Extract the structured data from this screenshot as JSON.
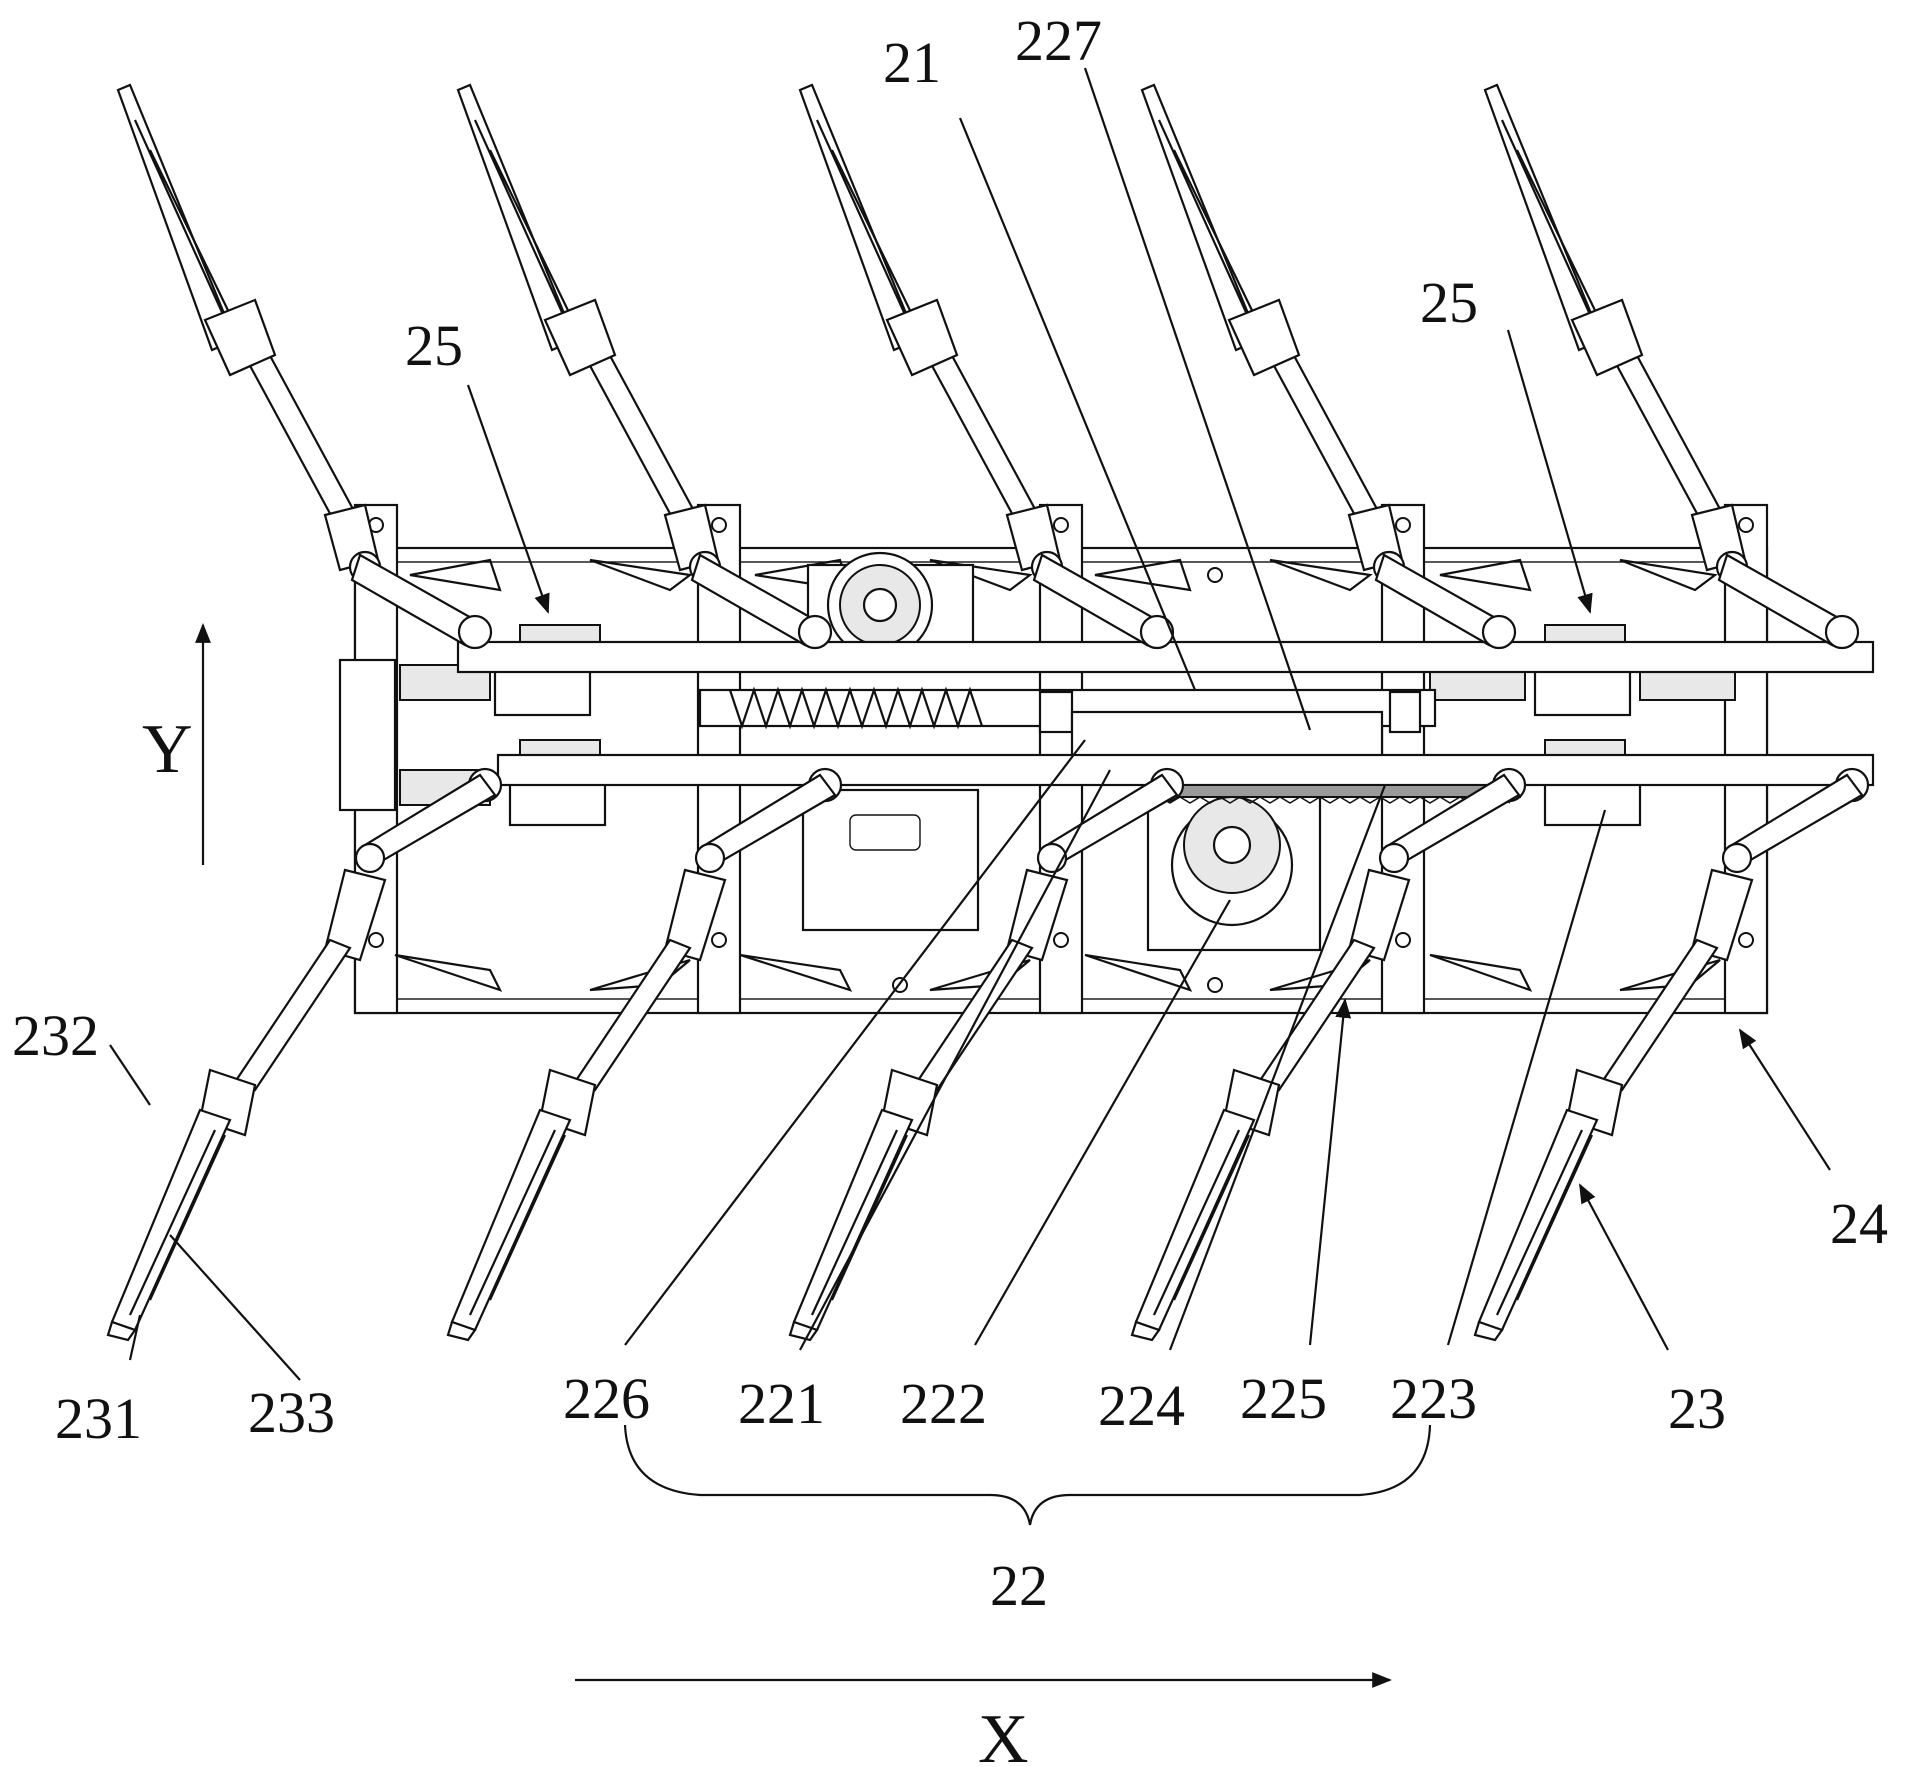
{
  "labels": {
    "l21": "21",
    "l227": "227",
    "l25_left": "25",
    "l25_right": "25",
    "l232": "232",
    "l231": "231",
    "l233": "233",
    "l226": "226",
    "l221": "221",
    "l222": "222",
    "l224": "224",
    "l225": "225",
    "l223": "223",
    "l23": "23",
    "l24": "24",
    "l22": "22"
  },
  "axes": {
    "x": "X",
    "y": "Y"
  }
}
